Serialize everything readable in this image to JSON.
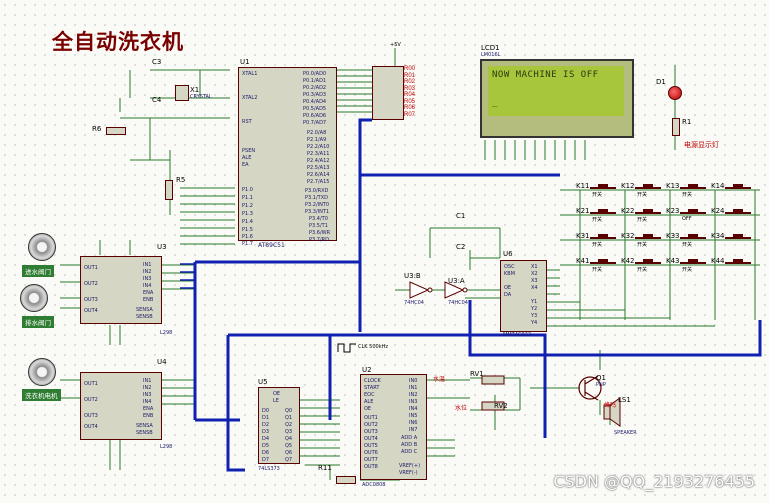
{
  "title": "全自动洗衣机",
  "watermark": "CSDN @QQ_2193276455",
  "mcu": {
    "ref": "U1",
    "part": "AT89C51",
    "left_pins": [
      "XTAL1",
      "XTAL2",
      "RST",
      "PSEN",
      "ALE",
      "EA",
      "P1.0",
      "P1.1",
      "P1.2",
      "P1.3",
      "P1.4",
      "P1.5",
      "P1.6",
      "P1.7"
    ],
    "right_pins": [
      "P0.0/AD0",
      "P0.1/AD1",
      "P0.2/AD2",
      "P0.3/AD3",
      "P0.4/AD4",
      "P0.5/AD5",
      "P0.6/AD6",
      "P0.7/AD7",
      "P2.0/A8",
      "P2.1/A9",
      "P2.2/A10",
      "P2.3/A11",
      "P2.4/A12",
      "P2.5/A13",
      "P2.6/A14",
      "P2.7/A15",
      "P3.0/RXD",
      "P3.1/TXD",
      "P3.2/INT0",
      "P3.3/INT1",
      "P3.4/T0",
      "P3.5/T1",
      "P3.6/WR",
      "P3.7/RD"
    ]
  },
  "crystal": {
    "ref": "X1",
    "label": "CRYSTAL"
  },
  "caps": [
    {
      "ref": "C3"
    },
    {
      "ref": "C4"
    },
    {
      "ref": "C1"
    },
    {
      "ref": "C2"
    }
  ],
  "resistors": [
    {
      "ref": "R6"
    },
    {
      "ref": "R5"
    },
    {
      "ref": "R1"
    },
    {
      "ref": "R11"
    }
  ],
  "rpack_labels": [
    "R00",
    "R01",
    "R02",
    "R03",
    "R04",
    "R05",
    "R06",
    "R07"
  ],
  "lcd": {
    "ref": "LCD1",
    "part": "LM016L",
    "line1": "NOW MACHINE IS OFF",
    "line2": "_"
  },
  "led": {
    "ref": "D1",
    "label": "电源显示灯"
  },
  "vcc_label": "+5V",
  "motors": [
    {
      "label": "进水阀门"
    },
    {
      "label": "排水阀门"
    },
    {
      "label": "洗衣机电机"
    }
  ],
  "drivers": [
    {
      "ref": "U3",
      "part": "L298",
      "pins_left": [
        "OUT1",
        "OUT2",
        "OUT3",
        "OUT4"
      ],
      "pins_right": [
        "IN1",
        "IN2",
        "IN3",
        "IN4",
        "ENA",
        "ENB",
        "SENSA",
        "SENSB"
      ]
    },
    {
      "ref": "U4",
      "part": "L298",
      "pins_left": [
        "OUT1",
        "OUT2",
        "OUT3",
        "OUT4"
      ],
      "pins_right": [
        "IN1",
        "IN2",
        "IN3",
        "IN4",
        "ENA",
        "ENB",
        "SENSA",
        "SENSB"
      ]
    }
  ],
  "keypad": {
    "rows": [
      [
        {
          "ref": "K11",
          "label": "开关"
        },
        {
          "ref": "K12",
          "label": "开关"
        },
        {
          "ref": "K13",
          "label": "开关"
        },
        {
          "ref": "K14",
          "label": ""
        }
      ],
      [
        {
          "ref": "K21",
          "label": "开关"
        },
        {
          "ref": "K22",
          "label": "开关"
        },
        {
          "ref": "K23",
          "label": "OFF"
        },
        {
          "ref": "K24",
          "label": ""
        }
      ],
      [
        {
          "ref": "K31",
          "label": "开关"
        },
        {
          "ref": "K32",
          "label": "开关"
        },
        {
          "ref": "K33",
          "label": "开关"
        },
        {
          "ref": "K34",
          "label": ""
        }
      ],
      [
        {
          "ref": "K41",
          "label": "开关"
        },
        {
          "ref": "K42",
          "label": "开关"
        },
        {
          "ref": "K43",
          "label": "开关"
        },
        {
          "ref": "K44",
          "label": ""
        }
      ]
    ]
  },
  "encoder": {
    "ref": "U6",
    "part": "MM74C922",
    "pins": [
      "X1",
      "X2",
      "X3",
      "X4",
      "Y1",
      "Y2",
      "Y3",
      "Y4",
      "OSC",
      "KBM",
      "OE",
      "DA"
    ]
  },
  "inverters": [
    {
      "ref": "U3:B",
      "part": "74HC04"
    },
    {
      "ref": "U3:A",
      "part": "74HC04"
    }
  ],
  "adc": {
    "ref": "U2",
    "part": "ADC0808",
    "pins": [
      "CLOCK",
      "START",
      "EOC",
      "ALE",
      "OE",
      "ADD A",
      "ADD B",
      "ADD C",
      "VREF(+)",
      "VREF(-)",
      "IN0",
      "IN1",
      "IN2",
      "IN3",
      "IN4",
      "IN5",
      "IN6",
      "IN7",
      "OUT1",
      "OUT2",
      "OUT3",
      "OUT4",
      "OUT5",
      "OUT6",
      "OUT7",
      "OUT8"
    ]
  },
  "latch": {
    "ref": "U5",
    "part": "74LS373",
    "pins": [
      "D0",
      "D1",
      "D2",
      "D3",
      "D4",
      "D5",
      "D6",
      "D7",
      "Q0",
      "Q1",
      "Q2",
      "Q3",
      "Q4",
      "Q5",
      "Q6",
      "Q7",
      "OE",
      "LE"
    ]
  },
  "pots": [
    {
      "ref": "RV1",
      "label": "水温"
    },
    {
      "ref": "RV2",
      "label": "水位"
    }
  ],
  "clock_src": {
    "label": "CLK 500kHz"
  },
  "transistor": {
    "ref": "Q1",
    "part": "PNP"
  },
  "speaker": {
    "ref": "LS1",
    "part": "SPEAKER",
    "label": "蜂鸣"
  },
  "colors": {
    "bus": "#1020b0",
    "wire": "#2b7a2b",
    "chip_fill": "#d6d6c4",
    "chip_border": "#5a0000",
    "title": "#7a0000"
  }
}
